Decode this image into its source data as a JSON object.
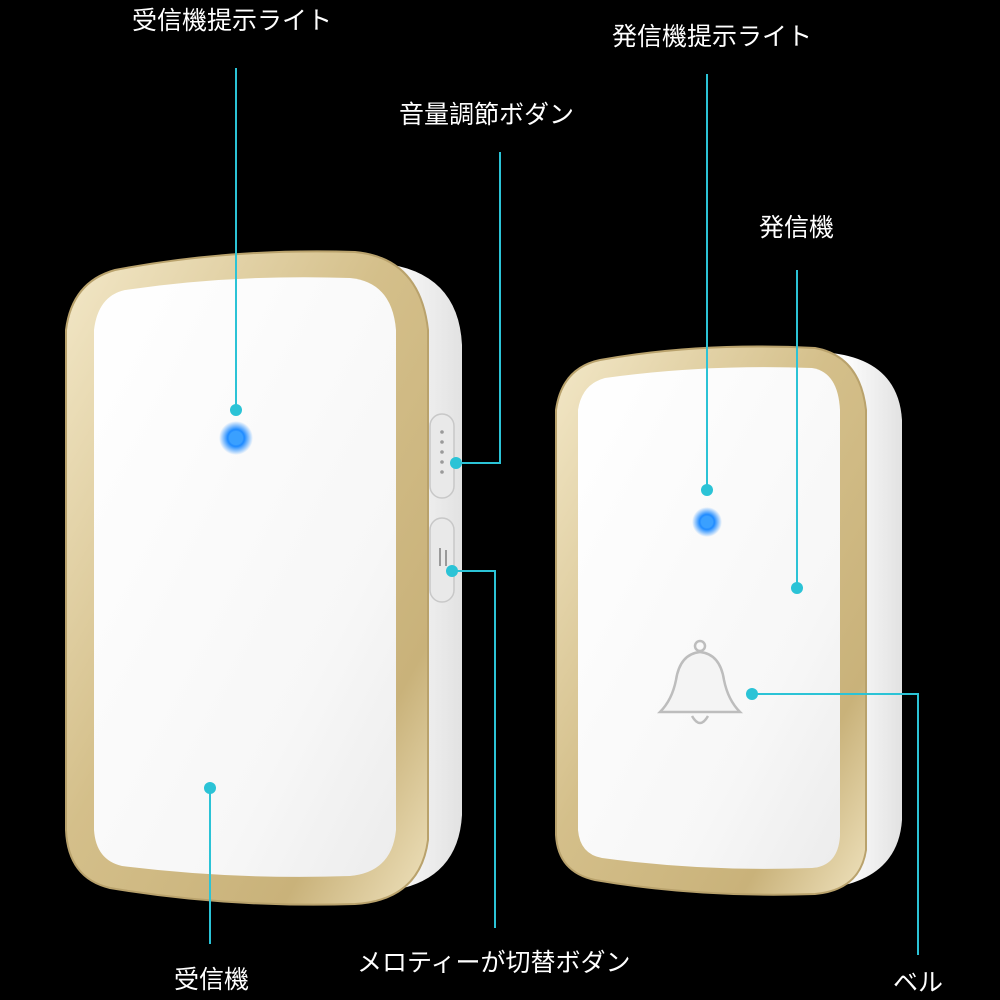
{
  "labels": {
    "receiver_light": "受信機提示ライト",
    "transmitter_light": "発信機提示ライト",
    "volume_button": "音量調節ボダン",
    "transmitter": "発信機",
    "melody_button": "メロティーが切替ボダン",
    "receiver": "受信機",
    "bell": "ベル"
  },
  "colors": {
    "background": "#000000",
    "callout": "#2bc3d6",
    "gold_frame": "#d9c89b",
    "face": "#ffffff",
    "led": "#1f8bff"
  },
  "icons": {
    "bell": "bell-icon"
  }
}
